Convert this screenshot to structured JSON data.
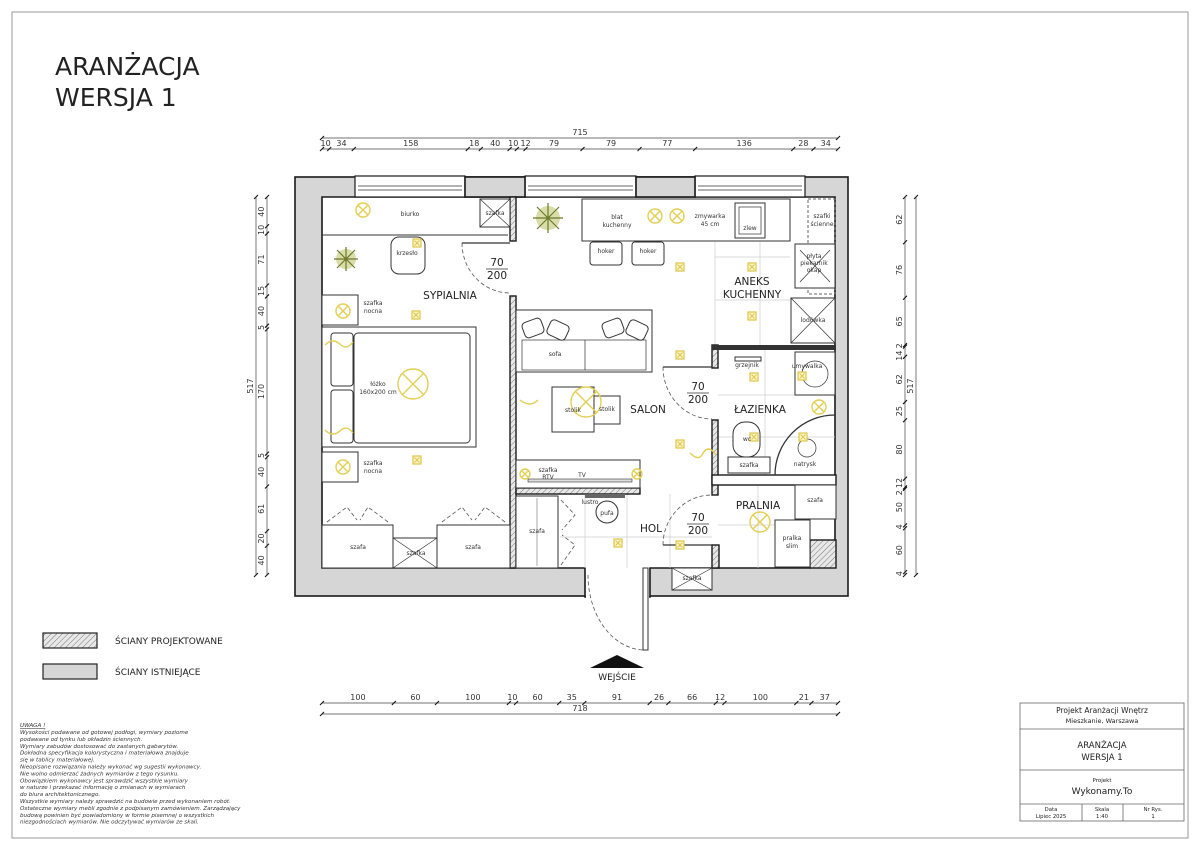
{
  "title": {
    "line1": "ARANŻACJA",
    "line2": "WERSJA 1"
  },
  "rooms": {
    "sypialnia": "SYPIALNIA",
    "salon": "SALON",
    "aneks_line1": "ANEKS",
    "aneks_line2": "KUCHENNY",
    "lazienka": "ŁAZIENKA",
    "pralnia": "PRALNIA",
    "hol": "HOL"
  },
  "doors": [
    {
      "width": "70",
      "height": "200"
    },
    {
      "width": "70",
      "height": "200"
    },
    {
      "width": "70",
      "height": "200"
    }
  ],
  "furniture": {
    "biurko": "biurko",
    "szafka_top": "szafka",
    "krzeslo": "krzesło",
    "szafka_nocna_1a": "szafka",
    "szafka_nocna_1b": "nocna",
    "lozko_a": "łóżko",
    "lozko_b": "160x200 cm",
    "szafka_nocna_2a": "szafka",
    "szafka_nocna_2b": "nocna",
    "szafa_1": "szafa",
    "szafka_bed": "szafka",
    "szafa_2": "szafa",
    "szafa_hol": "szafa",
    "lustro": "lustro",
    "pufa": "pufa",
    "rtv_a": "szafka",
    "rtv_b": "RTV",
    "tv": "TV",
    "sofa": "sofa",
    "stolik_1": "stolik",
    "stolik_2": "stolik",
    "blat_a": "blat",
    "blat_b": "kuchenny",
    "hoker_1": "hoker",
    "hoker_2": "hoker",
    "zmywarka_a": "zmywarka",
    "zmywarka_b": "45 cm",
    "zlew": "zlew",
    "szafki_a": "szafki",
    "szafki_b": "ścienne",
    "plyta_a": "płyta",
    "plyta_b": "piekarnik",
    "plyta_c": "okap",
    "lodowka": "lodówka",
    "grzejnik": "grzejnik",
    "umywalka": "umywalka",
    "wc": "wc",
    "szafka_wc": "szafka",
    "natrysk": "natrysk",
    "szafa_pralnia": "szafa",
    "pralka_a": "pralka",
    "pralka_b": "slim",
    "szafka_hol": "szafka"
  },
  "entrance": "WEJŚCIE",
  "dimensions": {
    "top": {
      "total": "715",
      "segments": [
        "10",
        "34",
        "158",
        "18",
        "40",
        "10",
        "12",
        "79",
        "79",
        "77",
        "136",
        "28",
        "34"
      ]
    },
    "bottom": {
      "total": "718",
      "segments": [
        "100",
        "60",
        "100",
        "10",
        "60",
        "35",
        "91",
        "26",
        "66",
        "12",
        "100",
        "21",
        "37"
      ]
    },
    "left": {
      "total": "517",
      "segments": [
        "40",
        "10",
        "71",
        "15",
        "40",
        "5",
        "170",
        "5",
        "40",
        "61",
        "20",
        "40"
      ]
    },
    "right": {
      "total": "517",
      "segments": [
        "62",
        "76",
        "65",
        "2",
        "14",
        "62",
        "25",
        "80",
        "12",
        "2",
        "50",
        "4",
        "60",
        "4"
      ]
    }
  },
  "legend": [
    {
      "label": "ŚCIANY PROJEKTOWANE",
      "style": "hatched"
    },
    {
      "label": "ŚCIANY ISTNIEJĄCE",
      "style": "grey"
    }
  ],
  "notes": {
    "heading": "UWAGA !",
    "lines": [
      "Wysokości podawane od gotowej podłogi, wymiary poziome",
      "podawane od tynku lub okładzin ściennych.",
      "Wymiary zabudów dostosować do zastanych gabarytów.",
      "Dokładna specyfikacja kolorystyczna i materiałowa znajduje",
      "się w tablicy materiałowej.",
      "Nieopisane rozwiązania należy wykonać wg sugestii wykonawcy.",
      "Nie wolno odmierzać żadnych wymiarów z tego rysunku.",
      "Obowiązkiem wykonawcy jest sprawdzić wszystkie wymiary",
      "w naturze i przekazać informację o zmianach w wymiarach",
      "do biura architektonicznego.",
      "Wszystkie wymiary należy sprawdzić na budowie przed wykonaniem robót.",
      "Ostateczne wymiary mebli zgodnie z podpisanym zamówieniem. Zarządzający",
      "budową powinien być powiadomiony w formie pisemnej o wszystkich",
      "niezgodnościach wymiarów. Nie odczytywać wymiarów ze skali."
    ]
  },
  "title_block": {
    "project_title": "Projekt Aranżacji Wnętrz",
    "location": "Mieszkanie, Warszawa",
    "drawing_line1": "ARANŻACJA",
    "drawing_line2": "WERSJA 1",
    "author_label": "Projekt",
    "author": "Wykonamy.To",
    "date_label": "Data",
    "date": "Lipiec 2025",
    "scale_label": "Skala",
    "scale": "1:40",
    "sheet_label": "Nr Rys.",
    "sheet": "1"
  },
  "colors": {
    "existing_wall": "#d6d6d6",
    "lighting": "#e2cf54",
    "plant": "#6b7a2a"
  }
}
